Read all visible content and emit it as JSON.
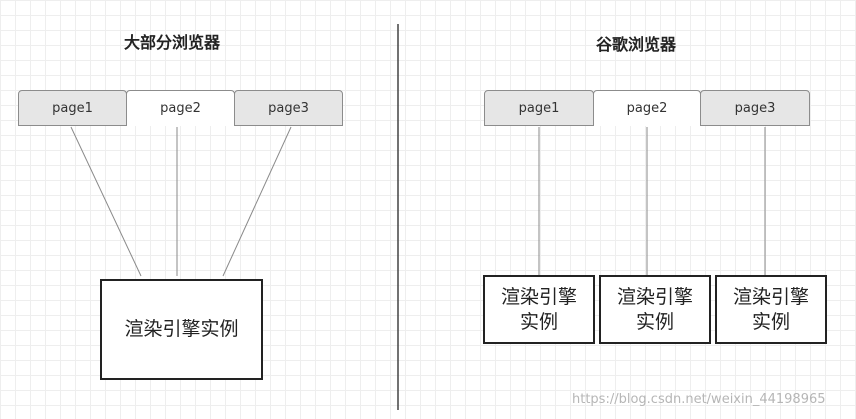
{
  "left_panel": {
    "title": "大部分浏览器",
    "tabs": [
      "page1",
      "page2",
      "page3"
    ],
    "engine_label": "渲染引擎实例"
  },
  "right_panel": {
    "title": "谷歌浏览器",
    "tabs": [
      "page1",
      "page2",
      "page3"
    ],
    "engine_labels": [
      "渲染引擎实例",
      "渲染引擎实例",
      "渲染引擎实例"
    ]
  },
  "watermark": "https://blog.csdn.net/weixin_44198965"
}
